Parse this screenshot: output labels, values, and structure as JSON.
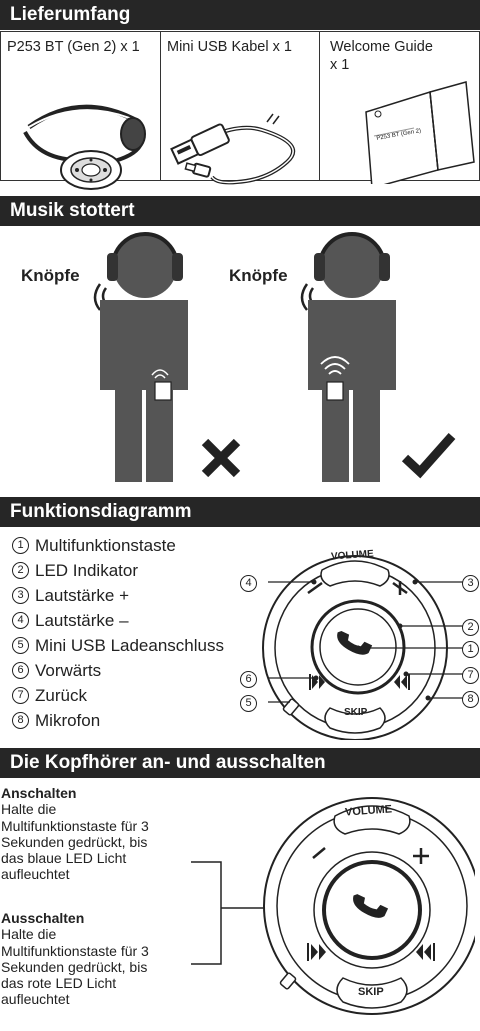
{
  "sections": {
    "delivery": {
      "title": "Lieferumfang",
      "items": [
        {
          "label": "P253 BT (Gen 2) x 1"
        },
        {
          "label": "Mini USB Kabel x 1"
        },
        {
          "label": "Welcome Guide\nx 1"
        }
      ],
      "guide_cover_text": "P253 BT (Gen 2)"
    },
    "music": {
      "title": "Musik stottert",
      "left_label": "Knöpfe",
      "right_label": "Knöpfe",
      "left_result": "wrong",
      "right_result": "correct"
    },
    "functions": {
      "title": "Funktionsdiagramm",
      "items": [
        {
          "num": "1",
          "label": "Multifunktionstaste"
        },
        {
          "num": "2",
          "label": "LED Indikator"
        },
        {
          "num": "3",
          "label": "Lautstärke +"
        },
        {
          "num": "4",
          "label": "Lautstärke –"
        },
        {
          "num": "5",
          "label": "Mini USB Ladeanschluss"
        },
        {
          "num": "6",
          "label": "Vorwärts"
        },
        {
          "num": "7",
          "label": "Zurück"
        },
        {
          "num": "8",
          "label": "Mikrofon"
        }
      ],
      "device": {
        "volume_label": "VOLUME",
        "skip_label": "SKIP",
        "plus": "+",
        "minus": "–"
      },
      "callouts": [
        "4",
        "3",
        "2",
        "1",
        "6",
        "7",
        "5",
        "8"
      ]
    },
    "power": {
      "title": "Die Kopfhörer an- und ausschalten",
      "on_title": "Anschalten",
      "on_text": [
        "Halte die",
        "Multifunktionstaste für 3",
        "Sekunden gedrückt, bis",
        "das blaue LED Licht",
        "aufleuchtet"
      ],
      "off_title": "Ausschalten",
      "off_text": [
        "Halte die",
        "Multifunktionstaste für 3",
        "Sekunden gedrückt, bis",
        "das rote LED Licht",
        "aufleuchtet"
      ],
      "device": {
        "volume_label": "VOLUME",
        "skip_label": "SKIP"
      }
    }
  }
}
